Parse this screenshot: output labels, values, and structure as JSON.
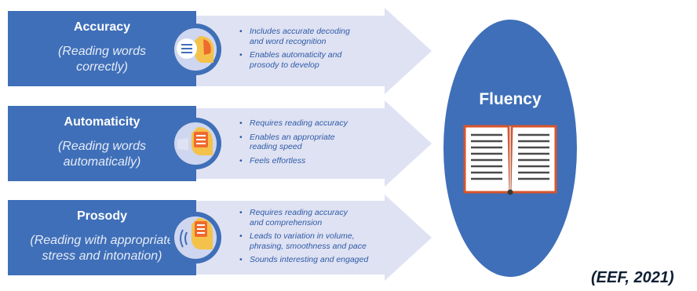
{
  "rows": [
    {
      "title": "Accuracy",
      "subtitle_lines": [
        "(Reading words",
        "correctly)"
      ],
      "bullets": [
        [
          "Includes accurate decoding",
          "and word recognition"
        ],
        [
          "Enables automaticity and",
          "prosody to develop"
        ]
      ]
    },
    {
      "title": "Automaticity",
      "subtitle_lines": [
        "(Reading words",
        "automatically)"
      ],
      "bullets": [
        [
          "Requires reading accuracy"
        ],
        [
          "Enables an appropriate",
          "reading speed"
        ],
        [
          "Feels effortless"
        ]
      ]
    },
    {
      "title": "Prosody",
      "subtitle_lines": [
        "(Reading with appropriate",
        "stress and intonation)"
      ],
      "bullets": [
        [
          "Requires reading accuracy",
          "and comprehension"
        ],
        [
          "Leads to variation in volume,",
          "phrasing, smoothness and pace"
        ],
        [
          "Sounds interesting and engaged"
        ]
      ]
    }
  ],
  "fluency": {
    "title": "Fluency"
  },
  "citation": "(EEF, 2021)",
  "colors": {
    "box_blue": "#3f6fb8",
    "arrow_lavender": "#dfe2f3",
    "oval_blue": "#3f6fb8",
    "bullet_text": "#2d5aa6",
    "icon_yellow": "#f4c24a",
    "icon_orange": "#ef6a2e",
    "book_border": "#d9542a"
  },
  "icons": [
    "speech-bubble-head-icon",
    "reading-head-icon",
    "speaking-head-icon",
    "open-book-icon"
  ]
}
